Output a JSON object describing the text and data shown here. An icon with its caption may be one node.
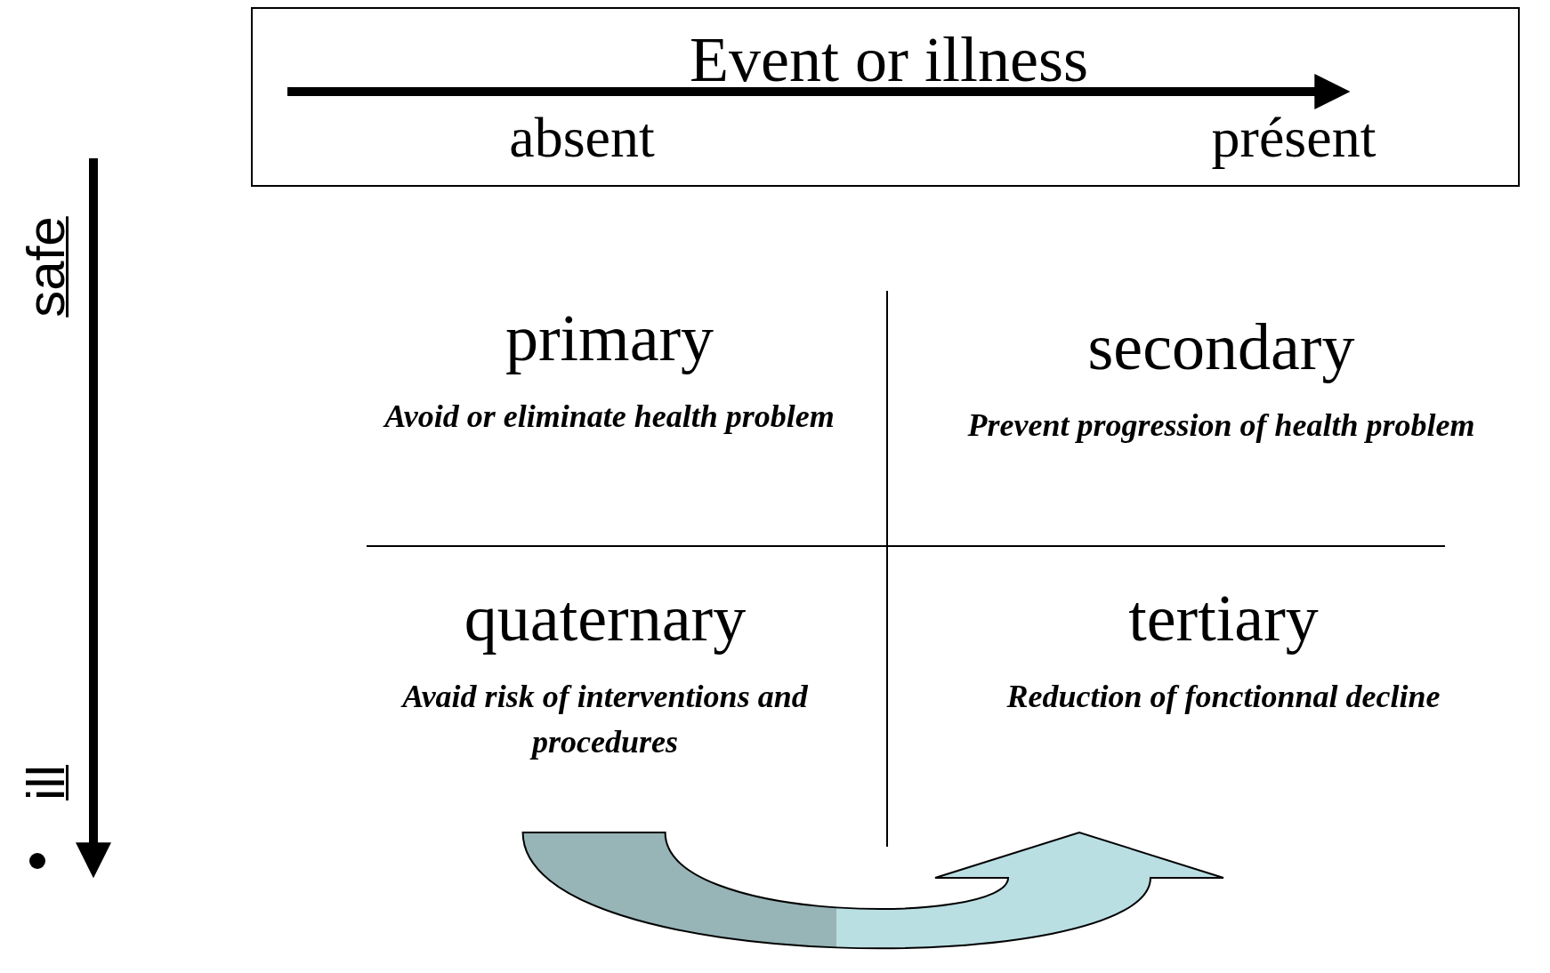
{
  "diagram": {
    "nodes": [
      {
        "text": [
          "Event or illness",
          "absent",
          "présent"
        ]
      },
      {
        "text": [
          "primary",
          "Avoid or eliminate health problem"
        ]
      },
      {
        "text": [
          "secondary",
          "Prevent progression of health problem"
        ]
      },
      {
        "text": [
          "quaternary",
          "Avaid risk of interventions and procedures"
        ]
      },
      {
        "text": [
          "tertiary",
          "Reduction of fonctionnal decline"
        ]
      }
    ],
    "edges": [
      {
        "from": 3,
        "to": 4,
        "arrow": "to"
      }
    ],
    "labels": [
      "safe",
      "ill"
    ]
  }
}
